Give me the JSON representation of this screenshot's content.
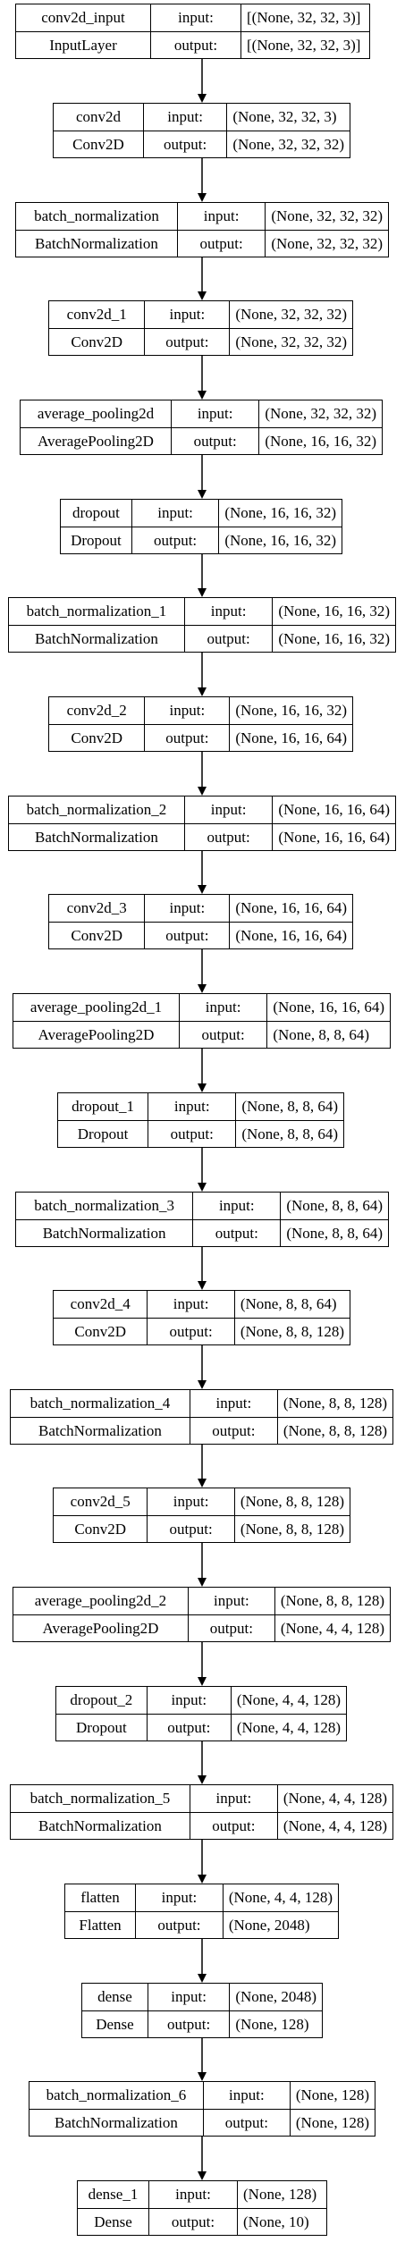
{
  "labels": {
    "input": "input:",
    "output": "output:"
  },
  "layers": [
    {
      "name": "conv2d_input",
      "type": "InputLayer",
      "in": "[(None, 32, 32, 3)]",
      "out": "[(None, 32, 32, 3)]"
    },
    {
      "name": "conv2d",
      "type": "Conv2D",
      "in": "(None, 32, 32, 3)",
      "out": "(None, 32, 32, 32)"
    },
    {
      "name": "batch_normalization",
      "type": "BatchNormalization",
      "in": "(None, 32, 32, 32)",
      "out": "(None, 32, 32, 32)"
    },
    {
      "name": "conv2d_1",
      "type": "Conv2D",
      "in": "(None, 32, 32, 32)",
      "out": "(None, 32, 32, 32)"
    },
    {
      "name": "average_pooling2d",
      "type": "AveragePooling2D",
      "in": "(None, 32, 32, 32)",
      "out": "(None, 16, 16, 32)"
    },
    {
      "name": "dropout",
      "type": "Dropout",
      "in": "(None, 16, 16, 32)",
      "out": "(None, 16, 16, 32)"
    },
    {
      "name": "batch_normalization_1",
      "type": "BatchNormalization",
      "in": "(None, 16, 16, 32)",
      "out": "(None, 16, 16, 32)"
    },
    {
      "name": "conv2d_2",
      "type": "Conv2D",
      "in": "(None, 16, 16, 32)",
      "out": "(None, 16, 16, 64)"
    },
    {
      "name": "batch_normalization_2",
      "type": "BatchNormalization",
      "in": "(None, 16, 16, 64)",
      "out": "(None, 16, 16, 64)"
    },
    {
      "name": "conv2d_3",
      "type": "Conv2D",
      "in": "(None, 16, 16, 64)",
      "out": "(None, 16, 16, 64)"
    },
    {
      "name": "average_pooling2d_1",
      "type": "AveragePooling2D",
      "in": "(None, 16, 16, 64)",
      "out": "(None, 8, 8, 64)"
    },
    {
      "name": "dropout_1",
      "type": "Dropout",
      "in": "(None, 8, 8, 64)",
      "out": "(None, 8, 8, 64)"
    },
    {
      "name": "batch_normalization_3",
      "type": "BatchNormalization",
      "in": "(None, 8, 8, 64)",
      "out": "(None, 8, 8, 64)"
    },
    {
      "name": "conv2d_4",
      "type": "Conv2D",
      "in": "(None, 8, 8, 64)",
      "out": "(None, 8, 8, 128)"
    },
    {
      "name": "batch_normalization_4",
      "type": "BatchNormalization",
      "in": "(None, 8, 8, 128)",
      "out": "(None, 8, 8, 128)"
    },
    {
      "name": "conv2d_5",
      "type": "Conv2D",
      "in": "(None, 8, 8, 128)",
      "out": "(None, 8, 8, 128)"
    },
    {
      "name": "average_pooling2d_2",
      "type": "AveragePooling2D",
      "in": "(None, 8, 8, 128)",
      "out": "(None, 4, 4, 128)"
    },
    {
      "name": "dropout_2",
      "type": "Dropout",
      "in": "(None, 4, 4, 128)",
      "out": "(None, 4, 4, 128)"
    },
    {
      "name": "batch_normalization_5",
      "type": "BatchNormalization",
      "in": "(None, 4, 4, 128)",
      "out": "(None, 4, 4, 128)"
    },
    {
      "name": "flatten",
      "type": "Flatten",
      "in": "(None, 4, 4, 128)",
      "out": "(None, 2048)"
    },
    {
      "name": "dense",
      "type": "Dense",
      "in": "(None, 2048)",
      "out": "(None, 128)"
    },
    {
      "name": "batch_normalization_6",
      "type": "BatchNormalization",
      "in": "(None, 128)",
      "out": "(None, 128)"
    },
    {
      "name": "dense_1",
      "type": "Dense",
      "in": "(None, 128)",
      "out": "(None, 10)"
    }
  ]
}
